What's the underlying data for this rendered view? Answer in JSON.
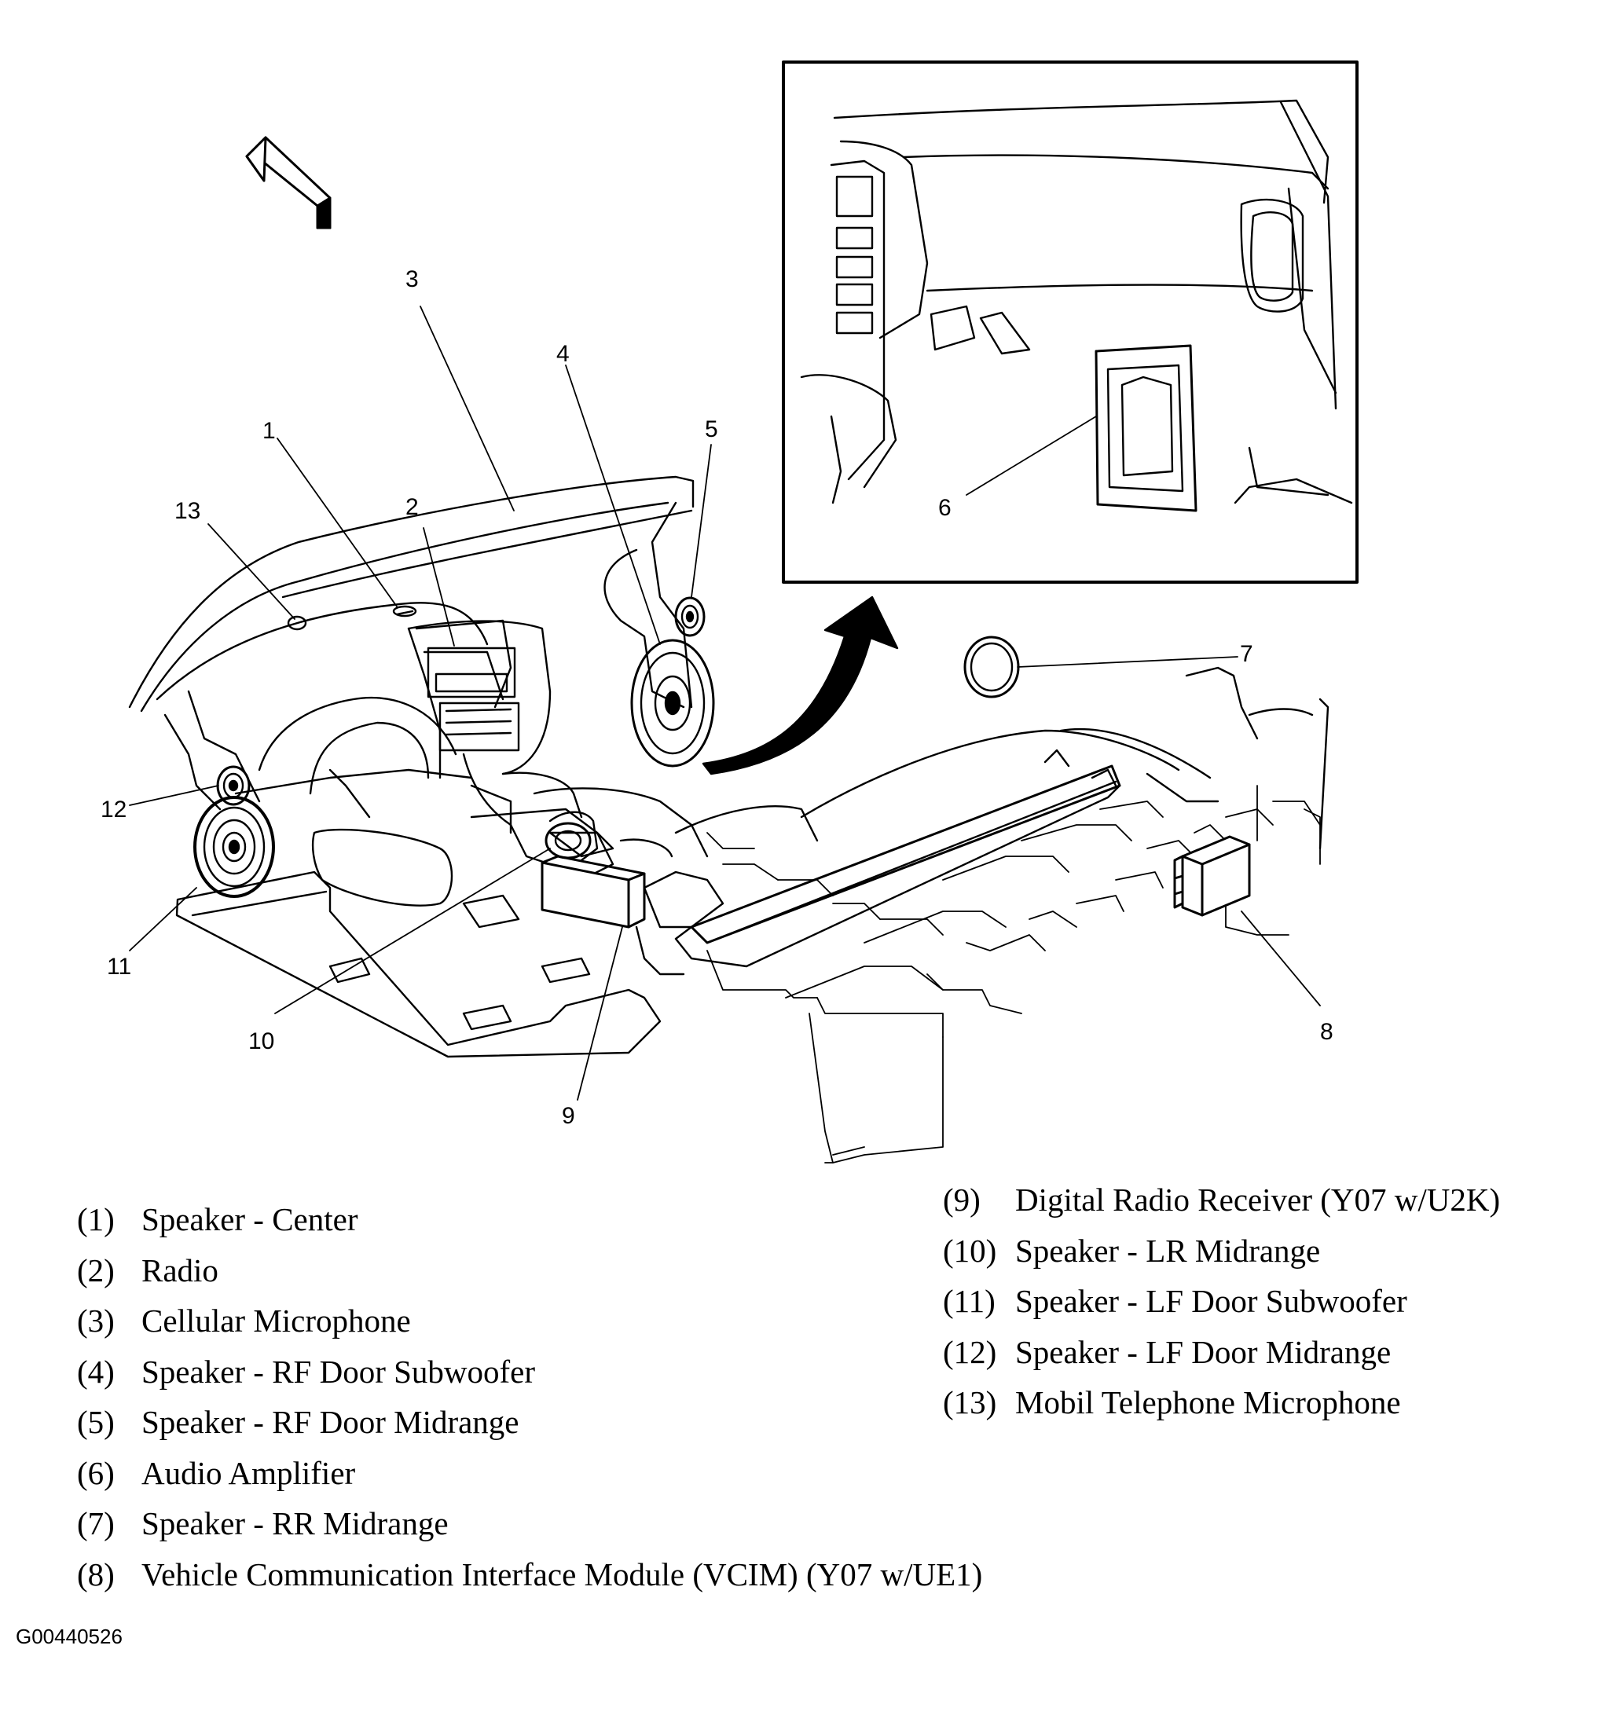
{
  "figure_id": "G00440526",
  "callouts": [
    "1",
    "2",
    "3",
    "4",
    "5",
    "6",
    "7",
    "8",
    "9",
    "10",
    "11",
    "12",
    "13"
  ],
  "legend_left": [
    {
      "num": "(1)",
      "text": "Speaker - Center"
    },
    {
      "num": "(2)",
      "text": "Radio"
    },
    {
      "num": "(3)",
      "text": "Cellular Microphone"
    },
    {
      "num": "(4)",
      "text": "Speaker - RF Door Subwoofer"
    },
    {
      "num": "(5)",
      "text": "Speaker - RF Door Midrange"
    },
    {
      "num": "(6)",
      "text": "Audio Amplifier"
    },
    {
      "num": "(7)",
      "text": "Speaker - RR Midrange"
    },
    {
      "num": "(8)",
      "text": "Vehicle Communication Interface Module (VCIM) (Y07 w/UE1)"
    }
  ],
  "legend_right": [
    {
      "num": "(9)",
      "text": "Digital Radio Receiver (Y07 w/U2K)"
    },
    {
      "num": "(10)",
      "text": "Speaker - LR Midrange"
    },
    {
      "num": "(11)",
      "text": "Speaker - LF Door Subwoofer"
    },
    {
      "num": "(12)",
      "text": "Speaker - LF Door Midrange"
    },
    {
      "num": "(13)",
      "text": "Mobil Telephone Microphone"
    }
  ]
}
